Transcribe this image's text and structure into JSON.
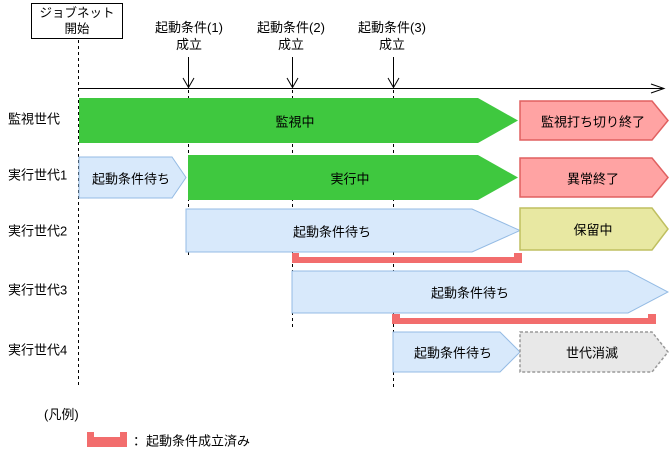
{
  "figure": {
    "start_box": {
      "line1": "ジョブネット",
      "line2": "開始"
    },
    "conditions": [
      {
        "name": "起動条件(1)",
        "established": "成立"
      },
      {
        "name": "起動条件(2)",
        "established": "成立"
      },
      {
        "name": "起動条件(3)",
        "established": "成立"
      }
    ],
    "rows": [
      {
        "label": "監視世代",
        "bars": [
          {
            "state": "監視中",
            "style": "green-arrow"
          },
          {
            "state": "監視打ち切り終了",
            "style": "pink-arrow"
          }
        ]
      },
      {
        "label": "実行世代1",
        "bars": [
          {
            "state": "起動条件待ち",
            "style": "blue-arrow"
          },
          {
            "state": "実行中",
            "style": "green-arrow"
          },
          {
            "state": "異常終了",
            "style": "pink-arrow"
          }
        ]
      },
      {
        "label": "実行世代2",
        "bars": [
          {
            "state": "起動条件待ち",
            "style": "blue-arrow"
          },
          {
            "state": "保留中",
            "style": "yellow-arrow"
          }
        ]
      },
      {
        "label": "実行世代3",
        "bars": [
          {
            "state": "起動条件待ち",
            "style": "blue-arrow"
          }
        ]
      },
      {
        "label": "実行世代4",
        "bars": [
          {
            "state": "起動条件待ち",
            "style": "blue-arrow"
          },
          {
            "state": "世代消滅",
            "style": "gray-dashed-arrow"
          }
        ]
      }
    ],
    "legend": {
      "title": "(凡例)",
      "items": [
        {
          "symbol": "red-underline-bar",
          "label": "：起動条件成立済み"
        }
      ]
    },
    "colors": {
      "running_green": "#3FC83F",
      "waiting_blue_fill": "#D8E9FB",
      "waiting_blue_border": "#94BBE4",
      "end_pink_fill": "#FFA3A3",
      "end_pink_border": "#E06060",
      "hold_yellow_fill": "#E8E8A2",
      "hold_yellow_border": "#BFBF60",
      "vanished_gray_fill": "#E8E8E8",
      "vanished_gray_border": "#9A9A9A",
      "condition_met_red": "#F26D6D"
    }
  }
}
